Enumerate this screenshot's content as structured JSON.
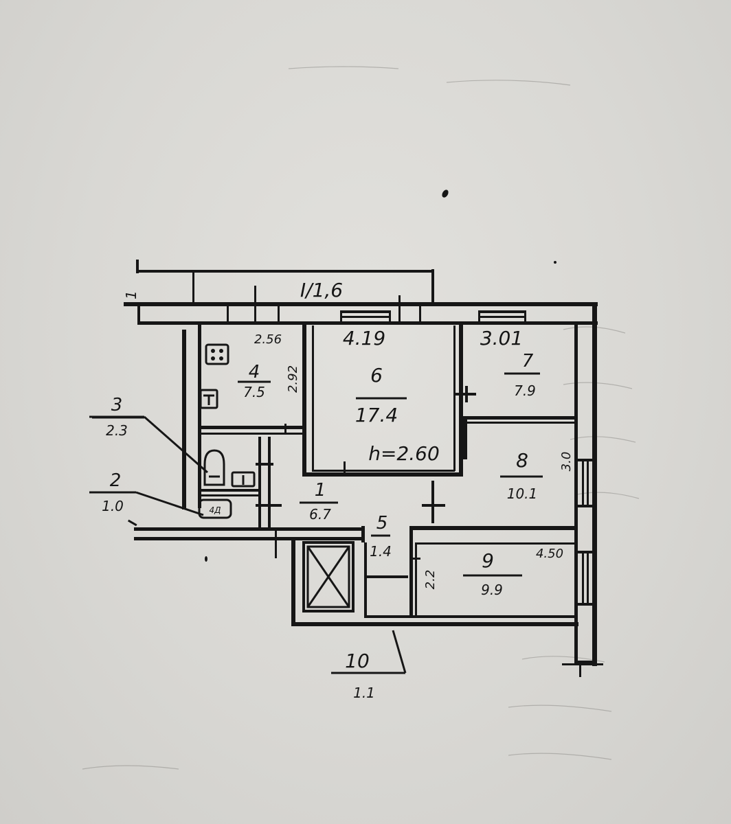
{
  "plan": {
    "overall_dim": "I/1,6",
    "side_dim": "1",
    "height_note": "h=2.60",
    "rooms": [
      {
        "id": "1",
        "area": "6.7"
      },
      {
        "id": "2",
        "area": "1.0"
      },
      {
        "id": "3",
        "area": "2.3"
      },
      {
        "id": "4",
        "area": "7.5"
      },
      {
        "id": "5",
        "area": "1.4"
      },
      {
        "id": "6",
        "area": "17.4"
      },
      {
        "id": "7",
        "area": "7.9"
      },
      {
        "id": "8",
        "area": "10.1"
      },
      {
        "id": "9",
        "area": "9.9"
      },
      {
        "id": "10",
        "area": "1.1"
      }
    ],
    "dimensions": {
      "room4_width": "2.56",
      "room4_depth": "2.92",
      "room6_width": "4.19",
      "room7_width": "3.01",
      "room8_depth": "3.0",
      "room9_width": "4.50",
      "room9_depth": "2.2"
    },
    "fixtures": {
      "stove": "stove-icon",
      "sink": "sink-icon",
      "toilet": "toilet-icon",
      "bathtub": "bathtub-icon",
      "bath_label": "4Д"
    }
  }
}
